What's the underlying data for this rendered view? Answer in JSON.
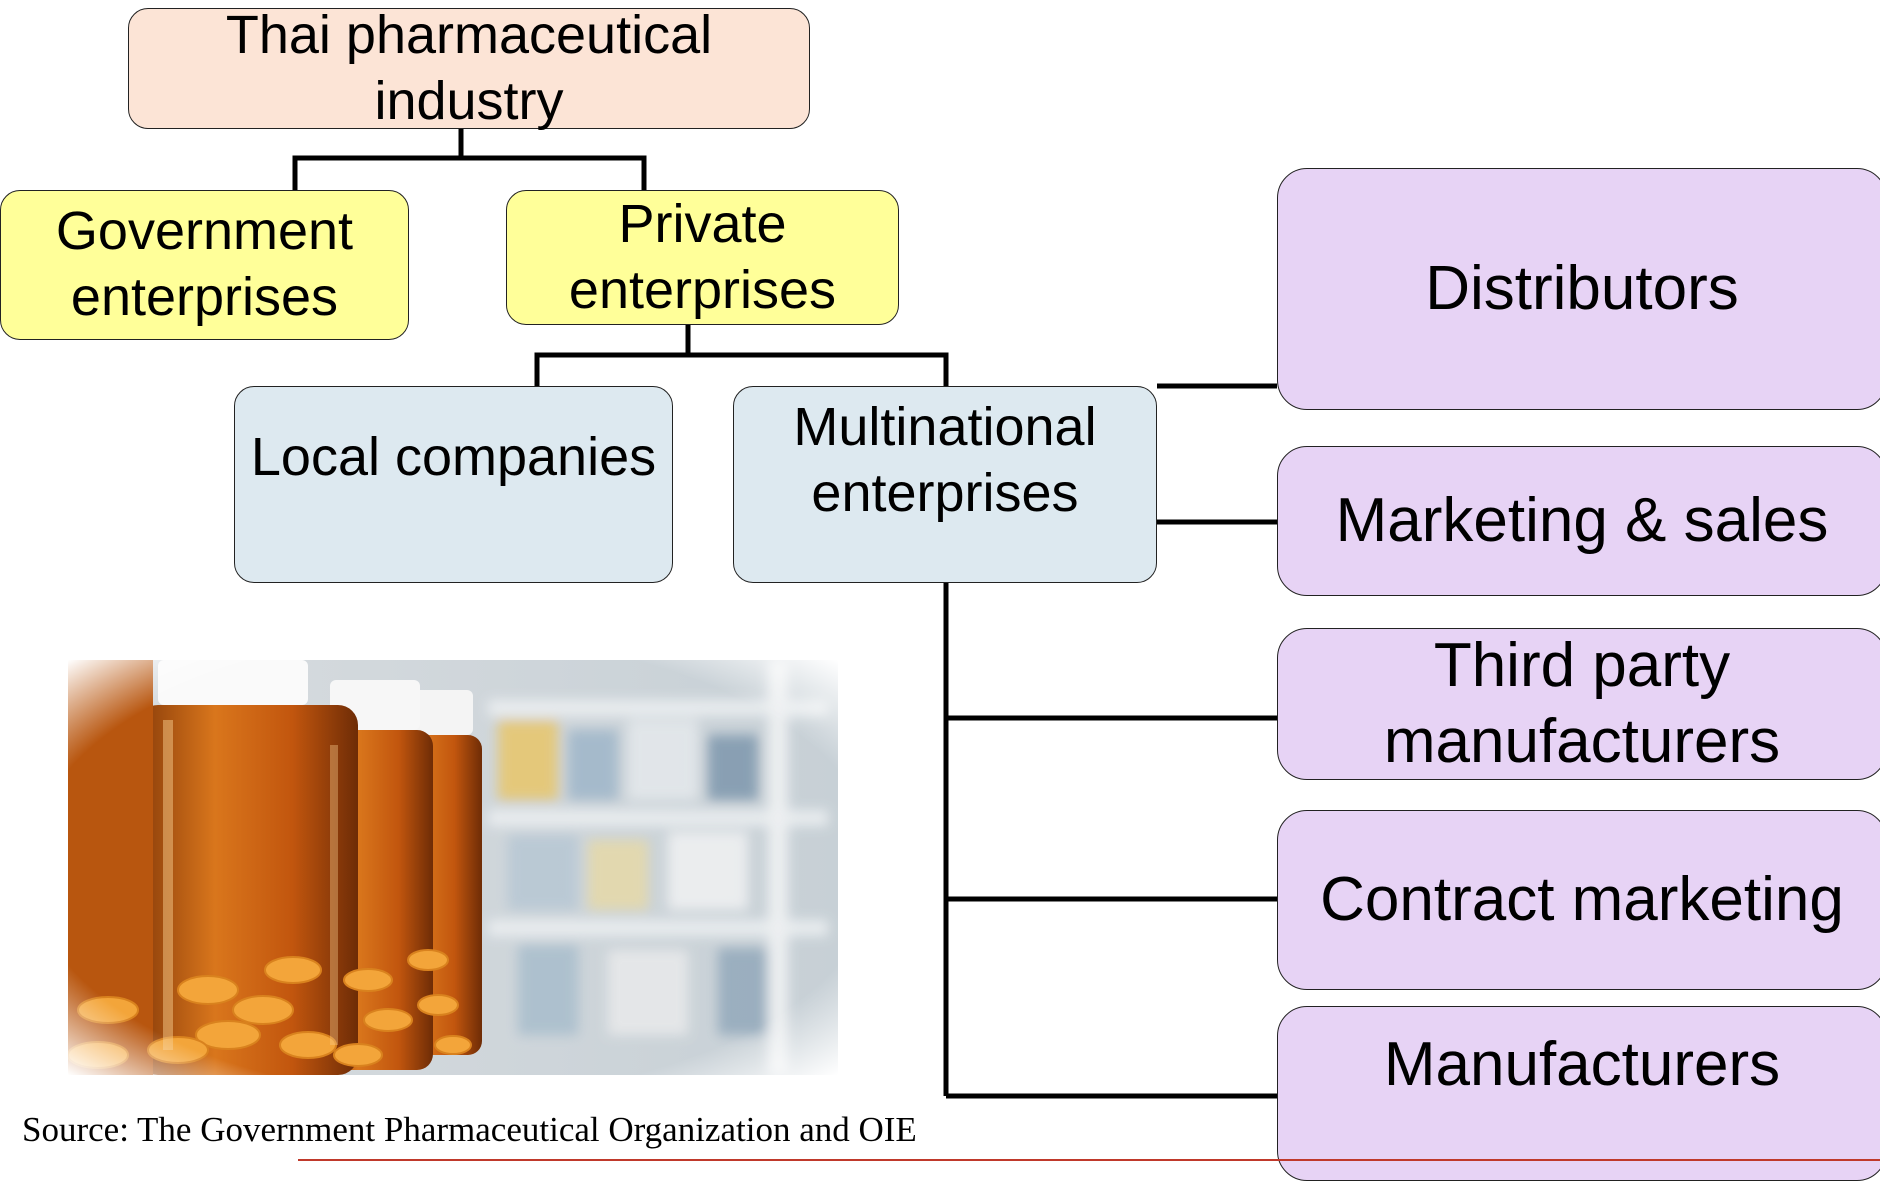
{
  "diagram": {
    "root": "Thai pharmaceutical industry",
    "level1": [
      "Government\nenterprises",
      "Private\nenterprises"
    ],
    "level2": [
      "Local companies",
      "Multinational\nenterprises"
    ],
    "multinational_branches": [
      "Distributors",
      "Marketing & sales",
      "Third party\nmanufacturers",
      "Contract marketing",
      "Manufacturers"
    ]
  },
  "source": "Source: The Government Pharmaceutical Organization and OIE",
  "colors": {
    "root_fill": "#fce4d6",
    "level1_fill": "#ffff99",
    "level2_fill": "#dde9f0",
    "branch_fill": "#e7d3f5",
    "connector": "#000000",
    "bottom_rule": "#c0392b"
  },
  "image": {
    "subject": "medicine-bottles-photo"
  }
}
